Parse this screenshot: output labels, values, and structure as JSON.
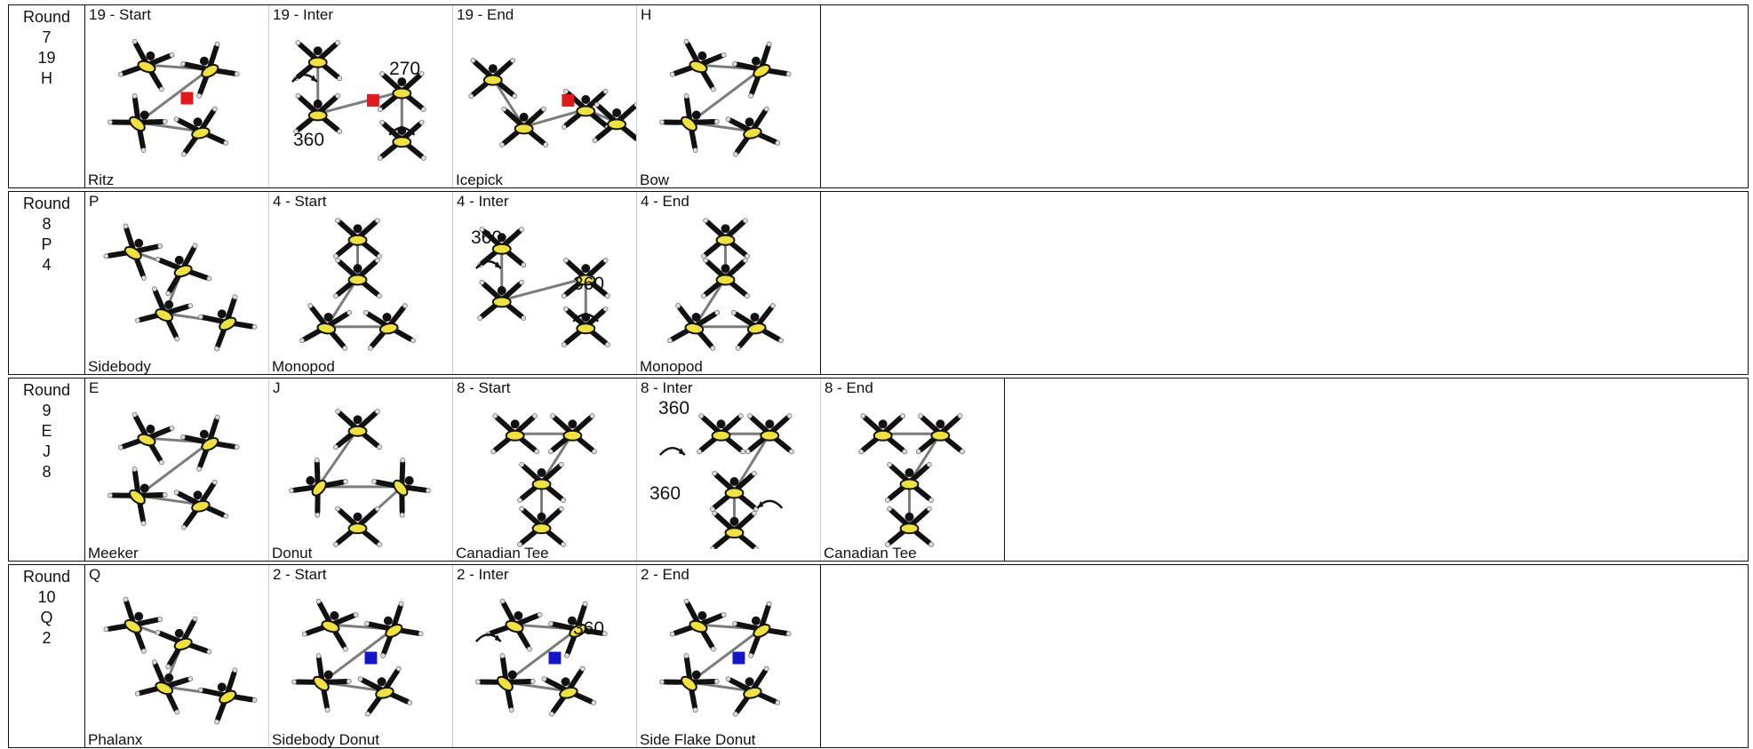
{
  "colors": {
    "grip": "#f1e23a",
    "body": "#111111",
    "key_red": "#e11b1b",
    "key_blue": "#1414c8",
    "divider": "#cccccc"
  },
  "icons": [
    "skydiver-figure-icon",
    "rotation-arrow-icon"
  ],
  "rounds": [
    {
      "label_lines": [
        "Round",
        "7",
        "",
        "19",
        "H"
      ],
      "cells": [
        {
          "top": "19 - Start",
          "bottom": "Ritz",
          "style": "ring",
          "count": 4,
          "key": "red",
          "rotations": []
        },
        {
          "top": "19 - Inter",
          "bottom": "",
          "style": "split",
          "count": 4,
          "key": "red",
          "rotations": [
            "270",
            "360"
          ]
        },
        {
          "top": "19 - End",
          "bottom": "Icepick",
          "style": "wide",
          "count": 4,
          "key": "red",
          "rotations": []
        },
        {
          "top": "H",
          "bottom": "Bow",
          "style": "ring",
          "count": 4,
          "key": "",
          "rotations": []
        }
      ]
    },
    {
      "label_lines": [
        "Round",
        "8",
        "",
        "P",
        "4"
      ],
      "cells": [
        {
          "top": "P",
          "bottom": "Sidebody",
          "style": "diag",
          "count": 4,
          "key": "",
          "rotations": []
        },
        {
          "top": "4 - Start",
          "bottom": "Monopod",
          "style": "stack",
          "count": 4,
          "key": "",
          "rotations": []
        },
        {
          "top": "4 - Inter",
          "bottom": "",
          "style": "split",
          "count": 4,
          "key": "",
          "rotations": [
            "360",
            "360"
          ]
        },
        {
          "top": "4 - End",
          "bottom": "Monopod",
          "style": "stack",
          "count": 4,
          "key": "",
          "rotations": []
        }
      ]
    },
    {
      "label_lines": [
        "Round",
        "9",
        "",
        "E",
        "J",
        "8"
      ],
      "cells": [
        {
          "top": "E",
          "bottom": "Meeker",
          "style": "ring",
          "count": 4,
          "key": "",
          "rotations": []
        },
        {
          "top": "J",
          "bottom": "Donut",
          "style": "donut",
          "count": 4,
          "key": "",
          "rotations": []
        },
        {
          "top": "8 - Start",
          "bottom": "Canadian Tee",
          "style": "tee",
          "count": 4,
          "key": "",
          "rotations": []
        },
        {
          "top": "8 - Inter",
          "bottom": "",
          "style": "teesplit",
          "count": 4,
          "key": "",
          "rotations": [
            "360",
            "360"
          ]
        },
        {
          "top": "8 - End",
          "bottom": "Canadian Tee",
          "style": "tee",
          "count": 4,
          "key": "",
          "rotations": []
        }
      ]
    },
    {
      "label_lines": [
        "Round",
        "10",
        "",
        "Q",
        "2"
      ],
      "cells": [
        {
          "top": "Q",
          "bottom": "Phalanx",
          "style": "diag",
          "count": 4,
          "key": "",
          "rotations": []
        },
        {
          "top": "2 - Start",
          "bottom": "Sidebody Donut",
          "style": "ring",
          "count": 4,
          "key": "blue",
          "rotations": []
        },
        {
          "top": "2 - Inter",
          "bottom": "",
          "style": "ring",
          "count": 4,
          "key": "blue",
          "rotations": [
            "360"
          ]
        },
        {
          "top": "2 - End",
          "bottom": "Side Flake Donut",
          "style": "ring",
          "count": 4,
          "key": "blue",
          "rotations": []
        }
      ]
    }
  ]
}
